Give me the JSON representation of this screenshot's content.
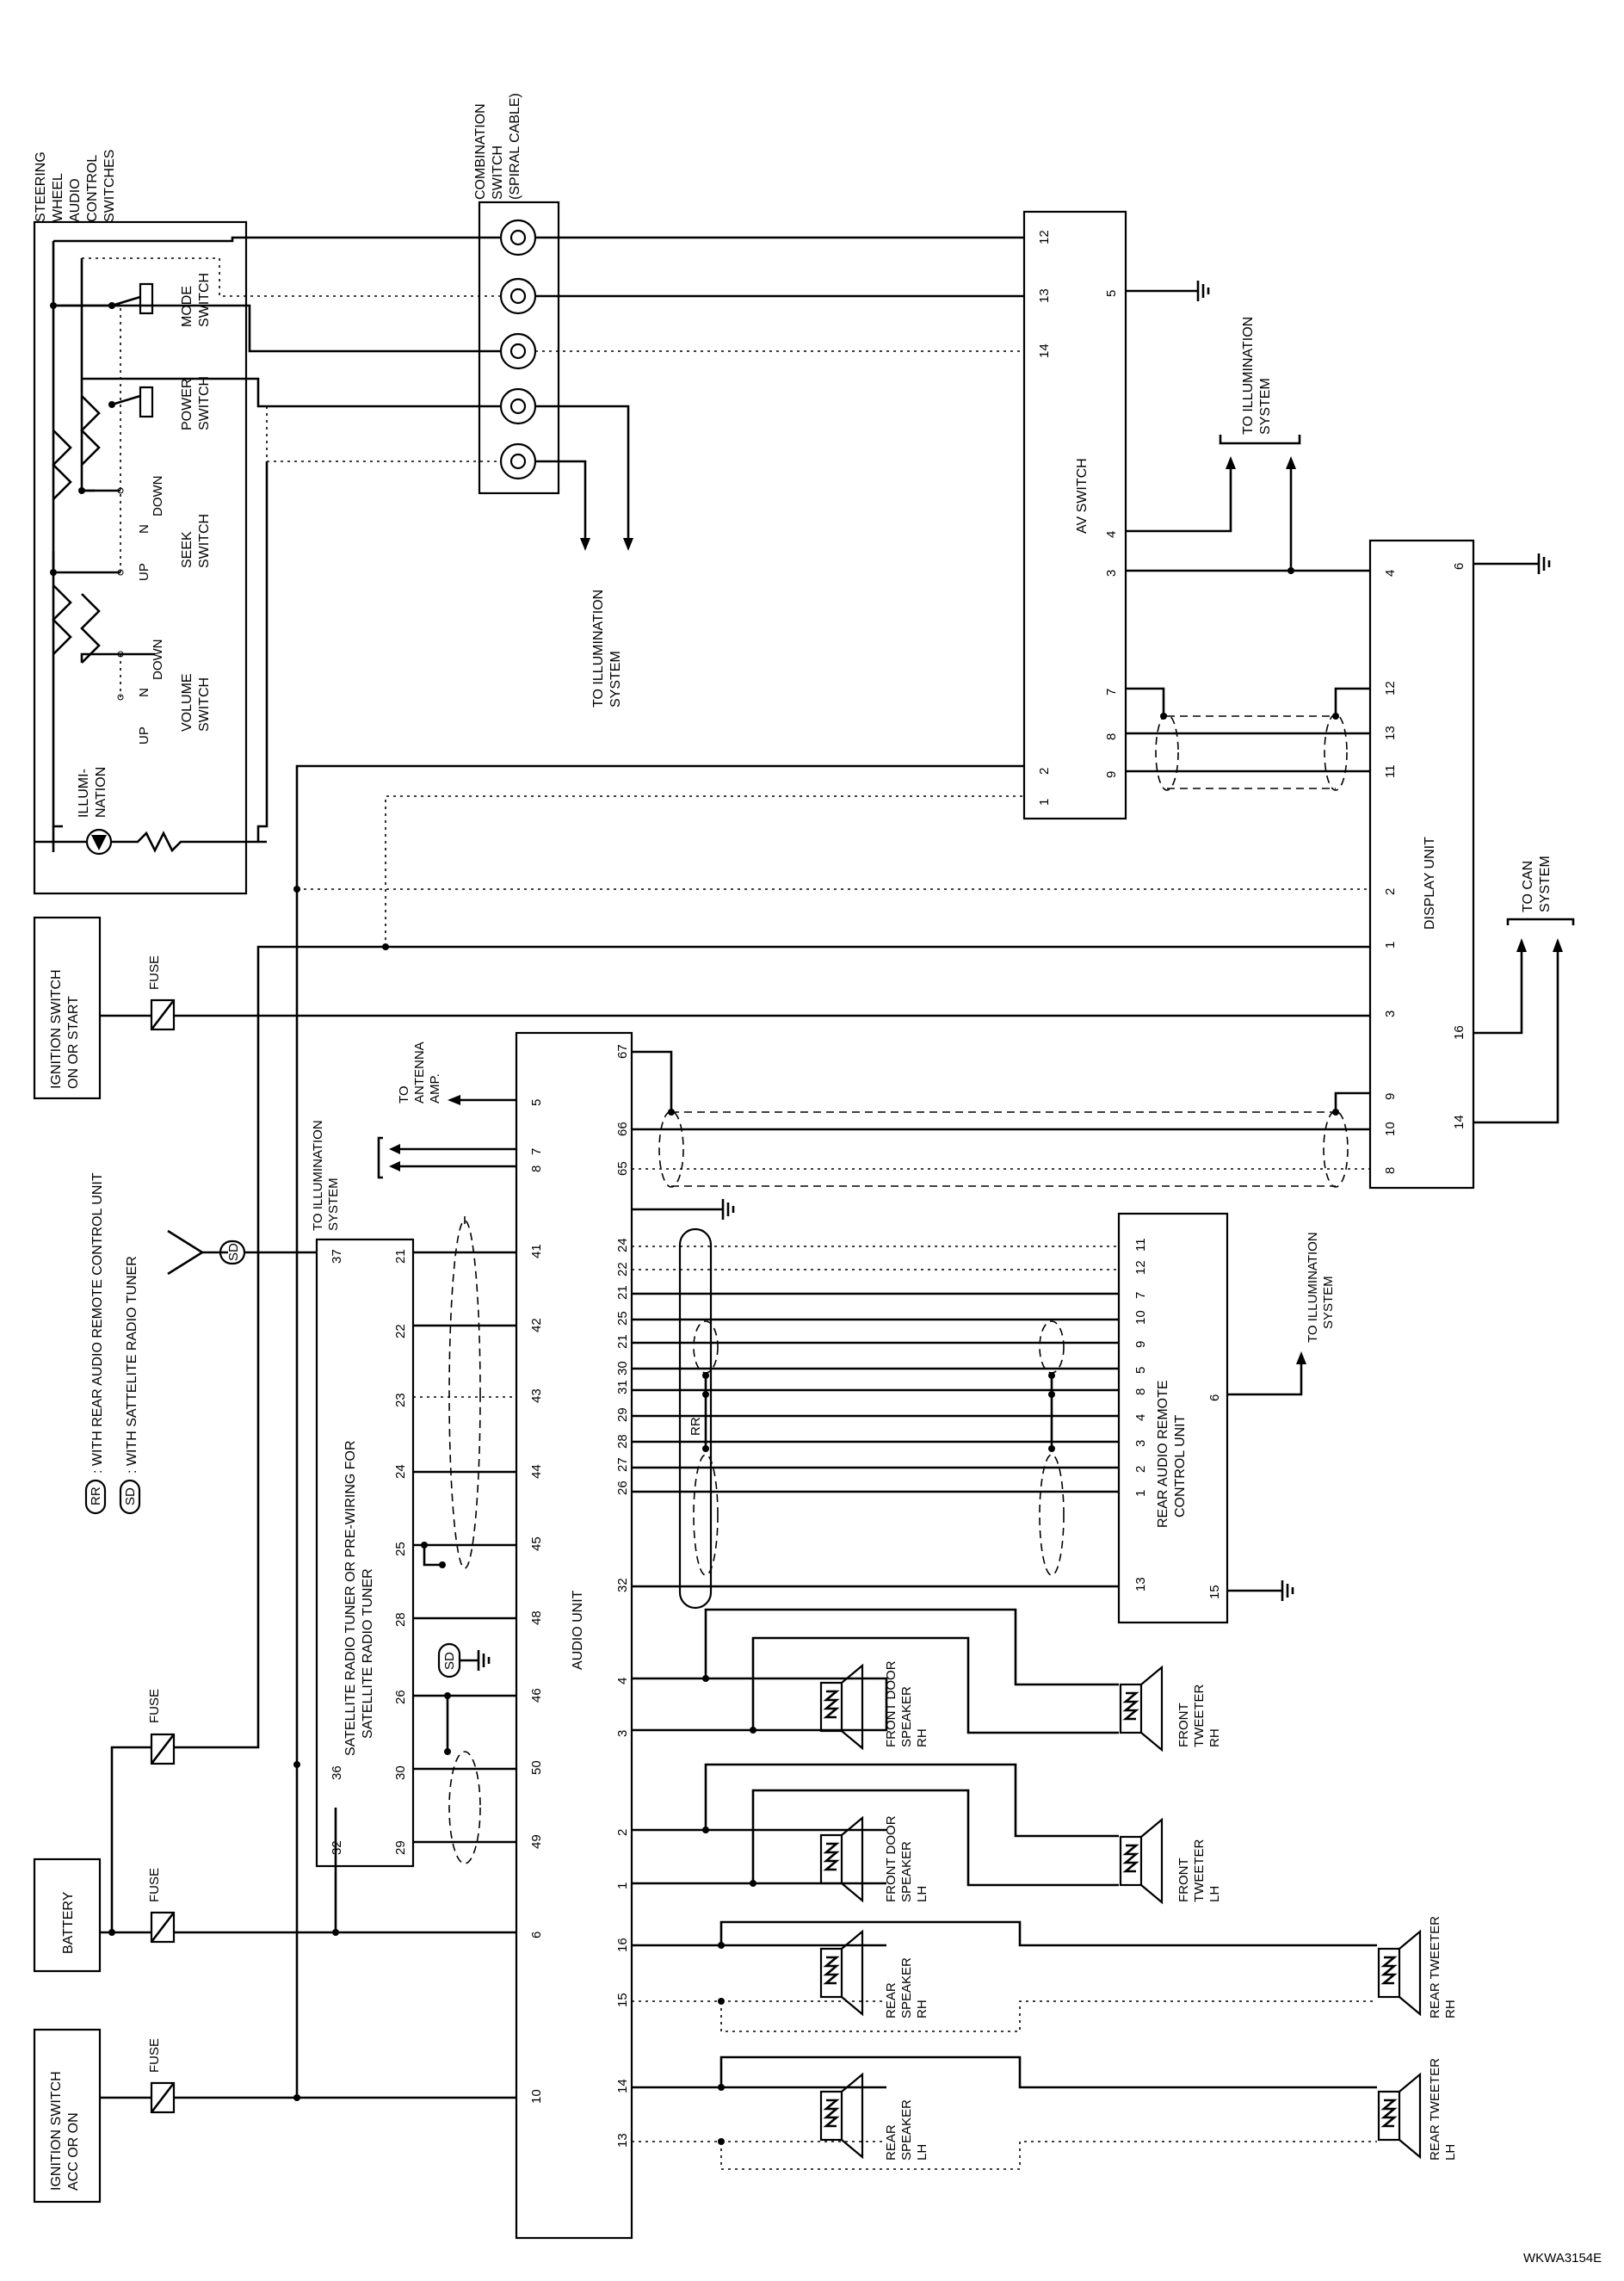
{
  "diagram_code": "WKWA3154E",
  "legend": {
    "rr_symbol": "RR",
    "rr_text": ": WITH REAR AUDIO REMOTE CONTROL UNIT",
    "sd_symbol": "SD",
    "sd_text": ": WITH SATTELITE RADIO TUNER"
  },
  "power": {
    "ign_on_start": [
      "IGNITION SWITCH",
      "ON OR START"
    ],
    "battery": "BATTERY",
    "ign_acc_on": [
      "IGNITION SWITCH",
      "ACC OR ON"
    ],
    "fuse": "FUSE"
  },
  "steering": {
    "title": [
      "STEERING",
      "WHEEL",
      "AUDIO",
      "CONTROL",
      "SWITCHES"
    ],
    "mode": [
      "MODE",
      "SWITCH"
    ],
    "power": [
      "POWER",
      "SWITCH"
    ],
    "seek": [
      "SEEK",
      "SWITCH"
    ],
    "volume": [
      "VOLUME",
      "SWITCH"
    ],
    "illum": [
      "ILLUMI-",
      "NATION"
    ],
    "up": "UP",
    "down": "DOWN",
    "n": "N"
  },
  "combo": [
    "COMBINATION",
    "SWITCH",
    "(SPIRAL CABLE)"
  ],
  "to_illumination": [
    "TO ILLUMINATION",
    "SYSTEM"
  ],
  "to_can": [
    "TO CAN",
    "SYSTEM"
  ],
  "to_antenna": [
    "TO",
    "ANTENNA",
    "AMP."
  ],
  "av_switch": {
    "name": "AV SWITCH",
    "pins": [
      "12",
      "13",
      "14",
      "2",
      "1",
      "5",
      "4",
      "3",
      "7",
      "8",
      "9"
    ]
  },
  "display_unit": {
    "name": "DISPLAY UNIT",
    "pins": [
      "4",
      "12",
      "13",
      "11",
      "2",
      "1",
      "3",
      "9",
      "10",
      "8",
      "6",
      "16",
      "14"
    ]
  },
  "audio_unit": {
    "name": "AUDIO UNIT",
    "left_pins": [
      "5",
      "7",
      "8",
      "41",
      "42",
      "43",
      "44",
      "45",
      "48",
      "46",
      "50",
      "49",
      "6",
      "10"
    ],
    "right_pins": [
      "67",
      "66",
      "65",
      "24",
      "22",
      "21",
      "25",
      "21",
      "30",
      "31",
      "29",
      "28",
      "27",
      "26",
      "32",
      "4",
      "3",
      "2",
      "1",
      "16",
      "15",
      "14",
      "13"
    ]
  },
  "sat_tuner": {
    "name": [
      "SATELLITE RADIO TUNER OR PRE-WIRING FOR",
      "SATELLITE RADIO TUNER"
    ],
    "pins": [
      "37",
      "21",
      "22",
      "23",
      "24",
      "25",
      "28",
      "26",
      "30",
      "29",
      "36",
      "32"
    ]
  },
  "rear_remote": {
    "name": [
      "REAR AUDIO REMOTE",
      "CONTROL UNIT"
    ],
    "pins": [
      "11",
      "12",
      "7",
      "10",
      "9",
      "5",
      "8",
      "4",
      "3",
      "2",
      "1",
      "13",
      "6",
      "15"
    ]
  },
  "speakers": {
    "front_rh": [
      "FRONT DOOR",
      "SPEAKER",
      "RH"
    ],
    "front_lh": [
      "FRONT DOOR",
      "SPEAKER",
      "LH"
    ],
    "tweet_rh": [
      "FRONT",
      "TWEETER",
      "RH"
    ],
    "tweet_lh": [
      "FRONT",
      "TWEETER",
      "LH"
    ],
    "rear_rh": [
      "REAR",
      "SPEAKER",
      "RH"
    ],
    "rear_lh": [
      "REAR",
      "SPEAKER",
      "LH"
    ],
    "rtweet_rh": [
      "REAR TWEETER",
      "RH"
    ],
    "rtweet_lh": [
      "REAR TWEETER",
      "LH"
    ]
  }
}
